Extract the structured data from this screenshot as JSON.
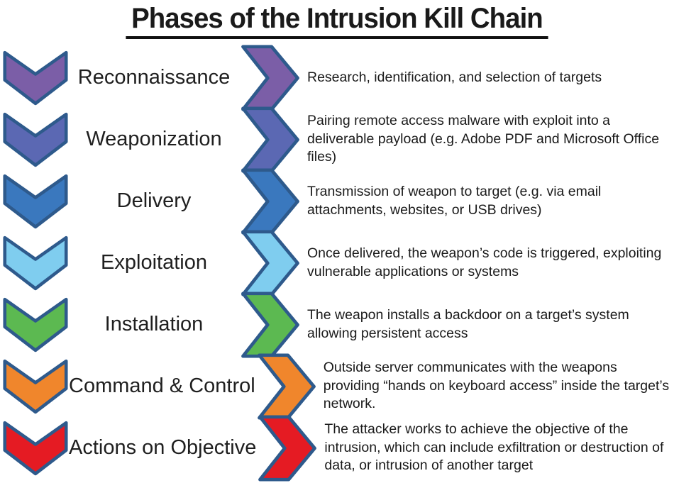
{
  "title": "Phases of the Intrusion Kill Chain",
  "colors": {
    "outline": "#2E5A8C",
    "title_text": "#1a1a1a",
    "body_text": "#1a1a1a"
  },
  "phases": [
    {
      "name": "Reconnaissance",
      "color": "#7B5EA7",
      "description": "Research, identification, and selection of targets"
    },
    {
      "name": "Weaponization",
      "color": "#5B68B3",
      "description": "Pairing remote access malware with exploit into a deliverable payload (e.g. Adobe PDF and Microsoft Office files)"
    },
    {
      "name": "Delivery",
      "color": "#3A78BE",
      "description": "Transmission of weapon to target (e.g. via email attachments, websites, or USB drives)"
    },
    {
      "name": "Exploitation",
      "color": "#7FCDEF",
      "description": "Once delivered, the weapon’s code is triggered, exploiting vulnerable applications or systems"
    },
    {
      "name": "Installation",
      "color": "#5CB951",
      "description": "The weapon installs a backdoor on a target’s system allowing persistent access"
    },
    {
      "name": "Command & Control",
      "color": "#F0862C",
      "description": "Outside server communicates with the weapons providing “hands on keyboard access” inside the target’s network."
    },
    {
      "name": "Actions on Objective",
      "color": "#E51B23",
      "description": "The attacker works to achieve the objective of the intrusion, which can include exfiltration or destruction of data, or intrusion of another target"
    }
  ]
}
